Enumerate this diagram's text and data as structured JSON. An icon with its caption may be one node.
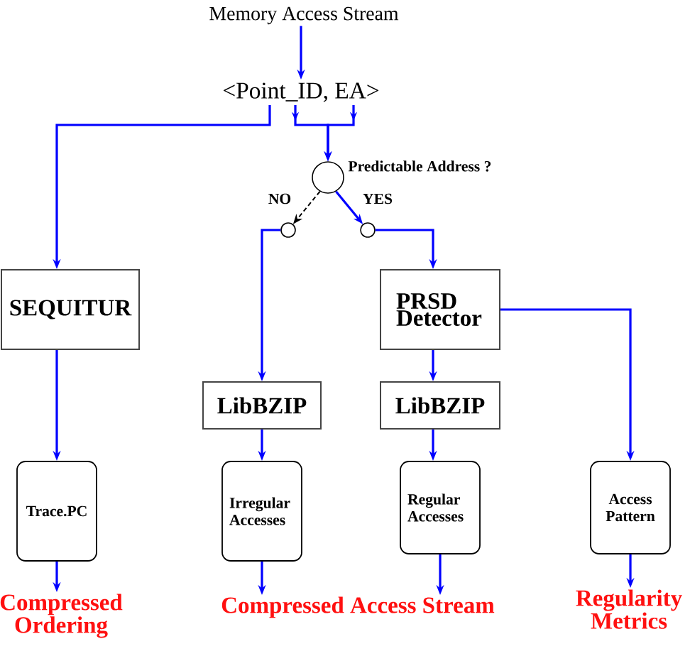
{
  "diagram": {
    "nodes": [
      {
        "text": [
          "Memory Access Stream"
        ]
      },
      {
        "text": [
          "<Point_ID, EA>"
        ]
      },
      {
        "text": [],
        "shape": "circle",
        "beside": [
          "Predictable Address ?"
        ]
      },
      {
        "text": [],
        "shape": "circle"
      },
      {
        "text": [],
        "shape": "circle"
      },
      {
        "text": [
          "SEQUITUR"
        ]
      },
      {
        "text": [
          "PRSD Detector"
        ]
      },
      {
        "text": [
          "LibBZIP"
        ]
      },
      {
        "text": [
          "LibBZIP"
        ]
      },
      {
        "text": [
          "Trace.PC"
        ]
      },
      {
        "text": [
          "Irregular Accesses"
        ]
      },
      {
        "text": [
          "Regular Accesses"
        ]
      },
      {
        "text": [
          "Access Pattern"
        ]
      },
      {
        "text": [
          "Compressed Ordering"
        ]
      },
      {
        "text": [
          "Compressed Access Stream"
        ]
      },
      {
        "text": [
          "Regularity Metrics"
        ]
      }
    ],
    "edges": [
      {
        "from": 0,
        "to": 1,
        "arrow": "to"
      },
      {
        "from": 1,
        "to": 5,
        "arrow": "to"
      },
      {
        "from": 1,
        "to": 2,
        "arrow": "to"
      },
      {
        "from": 1,
        "to": 2,
        "arrow": "to"
      },
      {
        "from": 2,
        "to": 3,
        "arrow": "to",
        "label": "NO",
        "style": "dashed",
        "color": "#000000"
      },
      {
        "from": 2,
        "to": 4,
        "arrow": "to",
        "label": "YES"
      },
      {
        "from": 3,
        "to": 7,
        "arrow": "to"
      },
      {
        "from": 4,
        "to": 6,
        "arrow": "to"
      },
      {
        "from": 5,
        "to": 9,
        "arrow": "to"
      },
      {
        "from": 6,
        "to": 8,
        "arrow": "to"
      },
      {
        "from": 6,
        "to": 12,
        "arrow": "to"
      },
      {
        "from": 7,
        "to": 10,
        "arrow": "to"
      },
      {
        "from": 8,
        "to": 11,
        "arrow": "to"
      },
      {
        "from": 9,
        "to": 13,
        "arrow": "to"
      },
      {
        "from": 10,
        "to": 14,
        "arrow": "to"
      },
      {
        "from": 11,
        "to": 14,
        "arrow": "to"
      },
      {
        "from": 12,
        "to": 15,
        "arrow": "to"
      }
    ]
  }
}
